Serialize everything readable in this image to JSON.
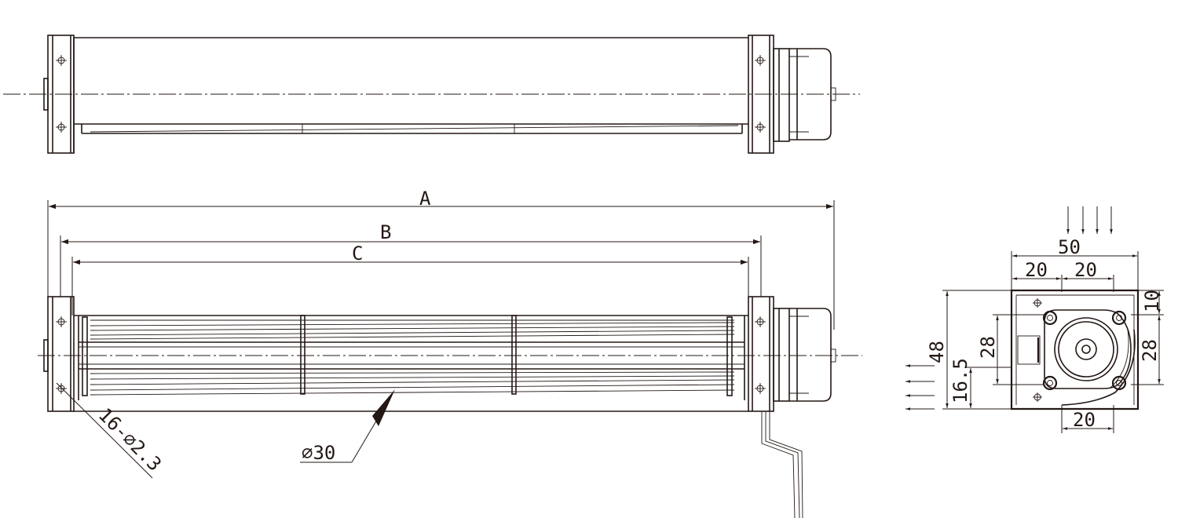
{
  "labels": {
    "dim_a": "A",
    "dim_b": "B",
    "dim_c": "C",
    "diameter": "⌀30",
    "holes": "16-⌀2.3",
    "width_50": "50",
    "top_20_left": "20",
    "top_20_right": "20",
    "right_10": "10",
    "left_28": "28",
    "right_28": "28",
    "height_48": "48",
    "height_16_5": "16.5",
    "bottom_20": "20"
  },
  "colors": {
    "line": "#231815",
    "background": "#ffffff"
  },
  "icons": {
    "inlet_arrows": "arrow-down-icon",
    "outlet_arrows": "arrow-left-icon"
  }
}
